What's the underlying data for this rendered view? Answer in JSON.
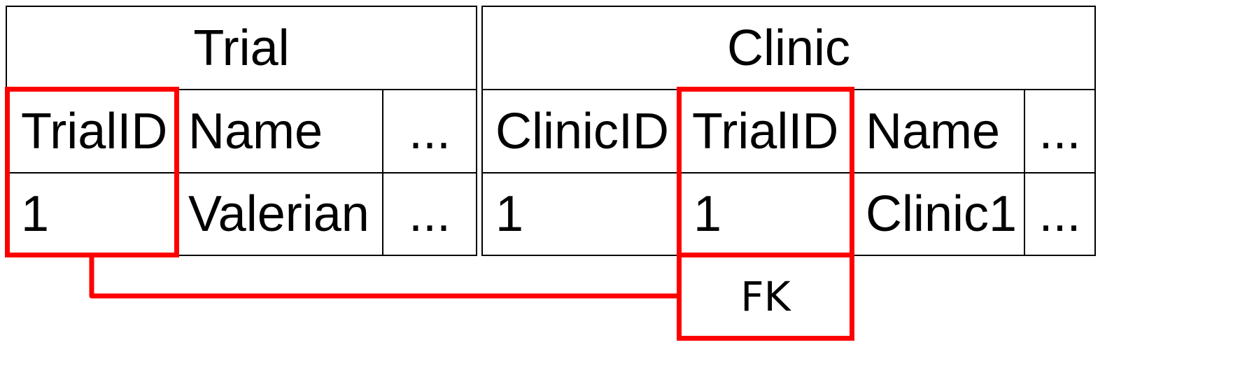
{
  "accent_color": "#ff0000",
  "tables": [
    {
      "title": "Trial",
      "columns": [
        "TrialID",
        "Name",
        "..."
      ],
      "rows": [
        [
          "1",
          "Valerian",
          "..."
        ]
      ]
    },
    {
      "title": "Clinic",
      "columns": [
        "ClinicID",
        "TrialID",
        "Name",
        "..."
      ],
      "rows": [
        [
          "1",
          "1",
          "Clinic1",
          "..."
        ]
      ]
    }
  ],
  "foreign_key_label": "FK"
}
